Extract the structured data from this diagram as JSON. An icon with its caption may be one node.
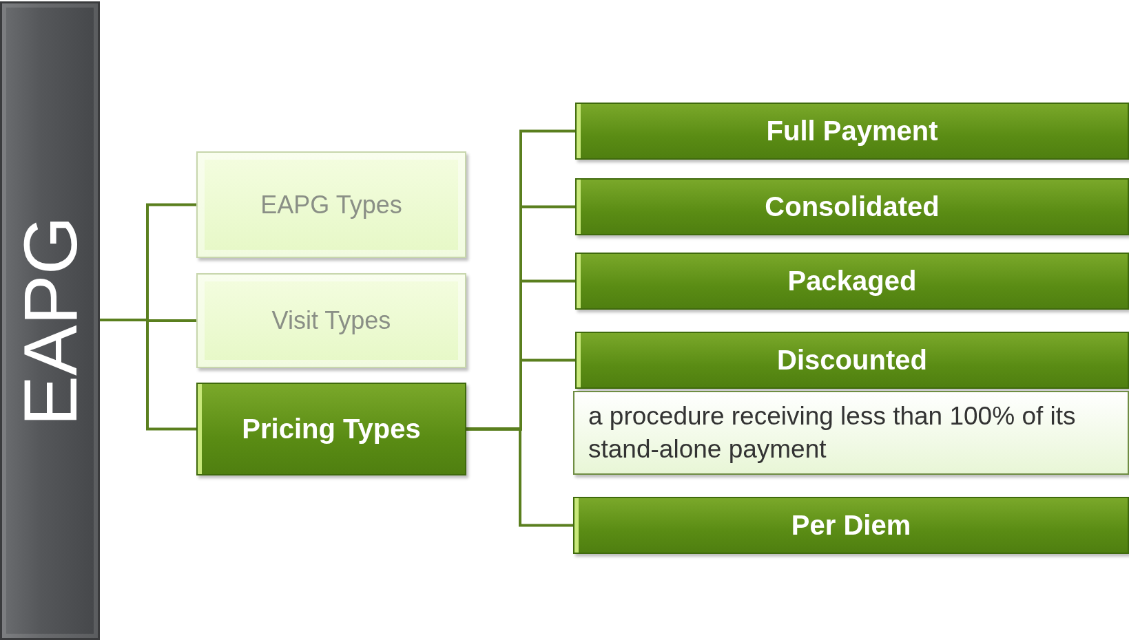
{
  "diagram": {
    "nodes": [
      {
        "text": [
          "EAPG"
        ]
      },
      {
        "text": [
          "EAPG Types"
        ]
      },
      {
        "text": [
          "Visit Types"
        ]
      },
      {
        "text": [
          "Pricing Types"
        ]
      },
      {
        "text": [
          "Full Payment"
        ]
      },
      {
        "text": [
          "Consolidated"
        ]
      },
      {
        "text": [
          "Packaged"
        ]
      },
      {
        "text": [
          "Discounted"
        ]
      },
      {
        "text": [
          "a procedure receiving less than 100% of its stand-alone payment"
        ]
      },
      {
        "text": [
          "Per Diem"
        ]
      }
    ],
    "edges": [
      {
        "from": 0,
        "to": 1,
        "arrow": "none"
      },
      {
        "from": 0,
        "to": 2,
        "arrow": "none"
      },
      {
        "from": 0,
        "to": 3,
        "arrow": "none"
      },
      {
        "from": 3,
        "to": 4,
        "arrow": "none"
      },
      {
        "from": 3,
        "to": 5,
        "arrow": "none"
      },
      {
        "from": 3,
        "to": 6,
        "arrow": "none"
      },
      {
        "from": 3,
        "to": 7,
        "arrow": "none"
      },
      {
        "from": 3,
        "to": 9,
        "arrow": "none"
      }
    ]
  }
}
